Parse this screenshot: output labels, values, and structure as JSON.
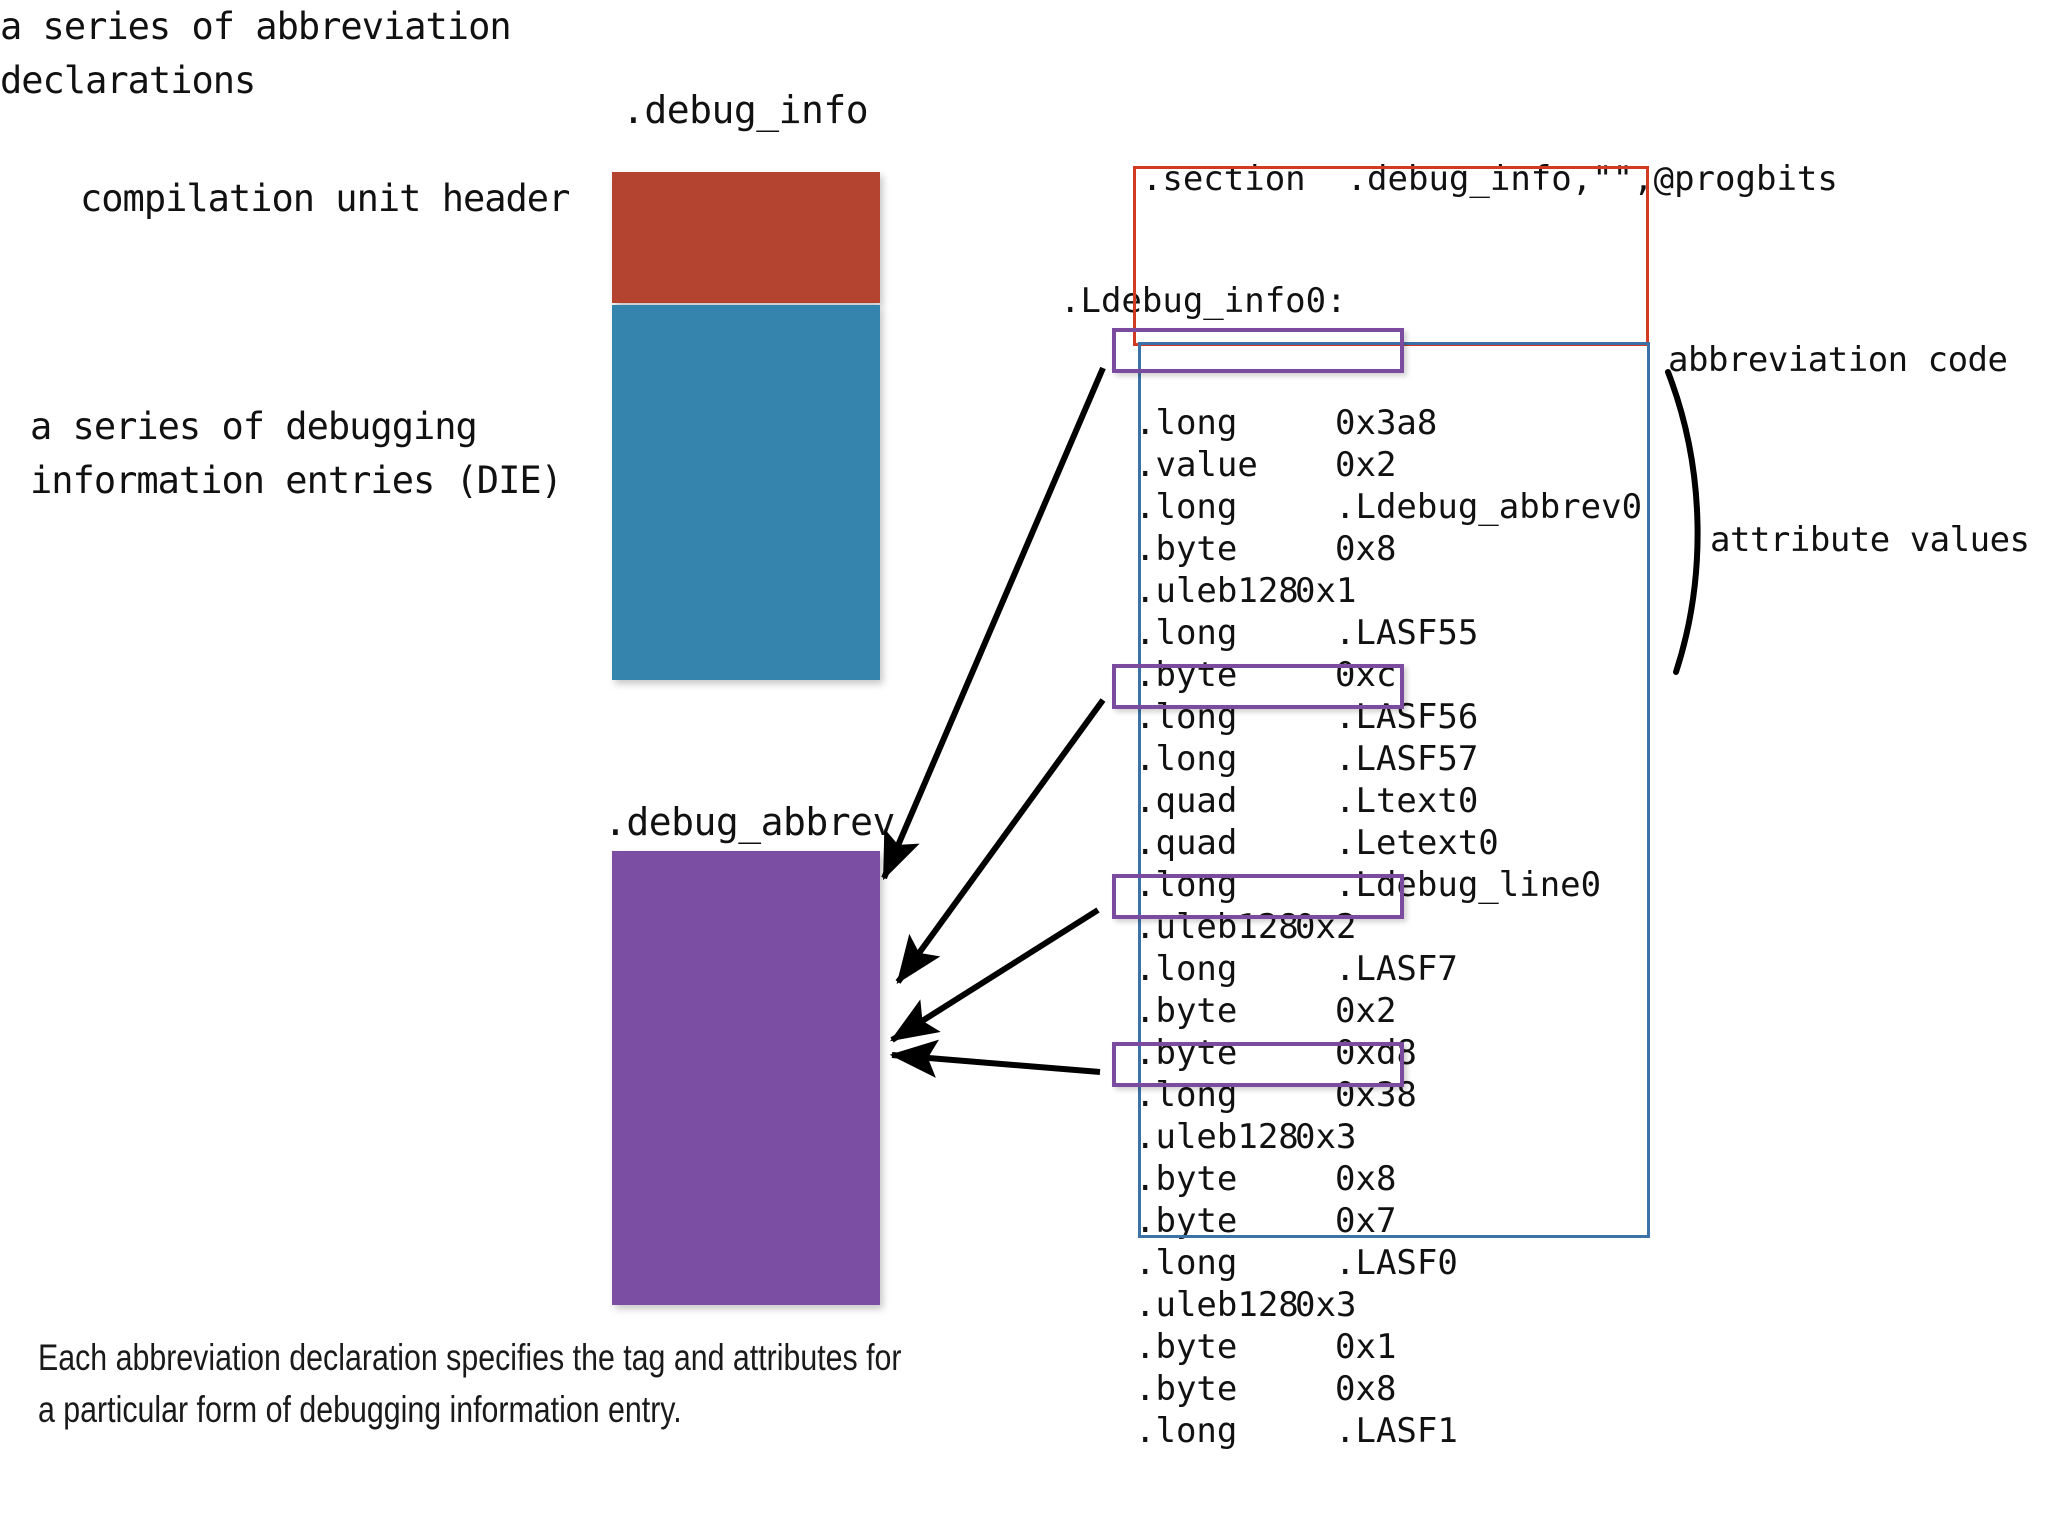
{
  "sections": {
    "debug_info_title": ".debug_info",
    "debug_abbrev_title": ".debug_abbrev"
  },
  "labels": {
    "cu_header": "compilation unit header",
    "dies": "a series of debugging\ninformation entries (DIE)",
    "abbrev": "a series of abbreviation\ndeclarations"
  },
  "colors": {
    "cu_header_block": "#b4432f",
    "dies_block": "#3584ae",
    "abbrev_block": "#7b4ea3",
    "header_frame": "#d33a22",
    "dies_frame": "#3b73a8",
    "abbrev_code_highlight": "#7a4b9e",
    "text": "#111111",
    "background": "#ffffff"
  },
  "assembly": {
    "directive_line": "    .section  .debug_info,\"\",@progbits",
    "label_line": ".Ldebug_info0:",
    "lines": [
      {
        "op": ".long",
        "arg": "0x3a8",
        "highlight": false
      },
      {
        "op": ".value",
        "arg": "0x2",
        "highlight": false
      },
      {
        "op": ".long",
        "arg": ".Ldebug_abbrev0",
        "highlight": false
      },
      {
        "op": ".byte",
        "arg": "0x8",
        "highlight": false
      },
      {
        "op": ".uleb128",
        "arg": "0x1",
        "highlight": true
      },
      {
        "op": ".long",
        "arg": ".LASF55",
        "highlight": false
      },
      {
        "op": ".byte",
        "arg": "0xc",
        "highlight": false
      },
      {
        "op": ".long",
        "arg": ".LASF56",
        "highlight": false
      },
      {
        "op": ".long",
        "arg": ".LASF57",
        "highlight": false
      },
      {
        "op": ".quad",
        "arg": ".Ltext0",
        "highlight": false
      },
      {
        "op": ".quad",
        "arg": ".Letext0",
        "highlight": false
      },
      {
        "op": ".long",
        "arg": ".Ldebug_line0",
        "highlight": false
      },
      {
        "op": ".uleb128",
        "arg": "0x2",
        "highlight": true
      },
      {
        "op": ".long",
        "arg": ".LASF7",
        "highlight": false
      },
      {
        "op": ".byte",
        "arg": "0x2",
        "highlight": false
      },
      {
        "op": ".byte",
        "arg": "0xd8",
        "highlight": false
      },
      {
        "op": ".long",
        "arg": "0x38",
        "highlight": false
      },
      {
        "op": ".uleb128",
        "arg": "0x3",
        "highlight": true
      },
      {
        "op": ".byte",
        "arg": "0x8",
        "highlight": false
      },
      {
        "op": ".byte",
        "arg": "0x7",
        "highlight": false
      },
      {
        "op": ".long",
        "arg": ".LASF0",
        "highlight": false
      },
      {
        "op": ".uleb128",
        "arg": "0x3",
        "highlight": true
      },
      {
        "op": ".byte",
        "arg": "0x1",
        "highlight": false
      },
      {
        "op": ".byte",
        "arg": "0x8",
        "highlight": false
      },
      {
        "op": ".long",
        "arg": ".LASF1",
        "highlight": false
      }
    ]
  },
  "annotations": {
    "abbreviation_code": "abbreviation code",
    "attribute_values": "attribute values"
  },
  "caption": "Each abbreviation declaration specifies the tag and attributes for\na particular form of debugging information entry."
}
